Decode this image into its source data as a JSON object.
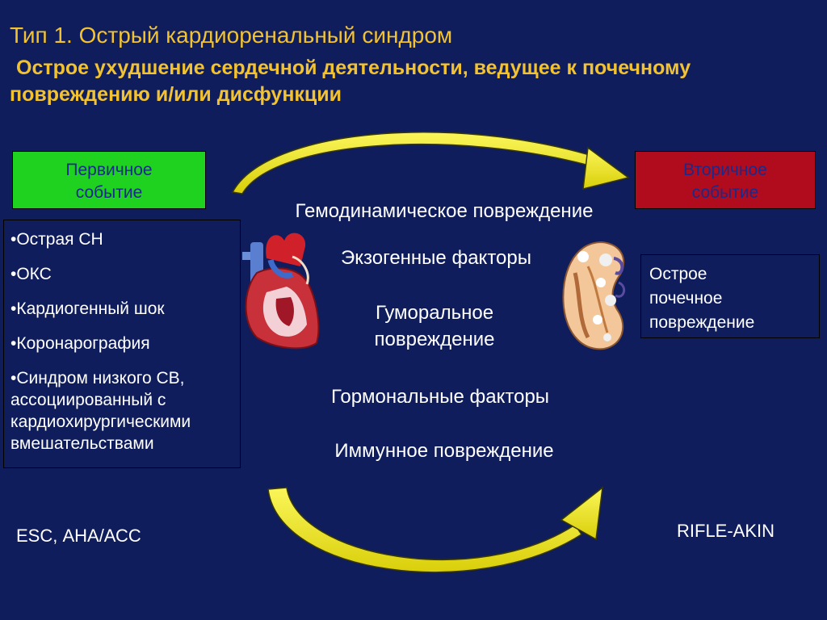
{
  "title": "Тип 1. Острый кардиоренальный синдром",
  "subtitle": {
    "line1": "Острое ухудшение сердечной деятельности, ведущее к почечному",
    "line2": "повреждению и/или дисфункции"
  },
  "primary_event": {
    "line1": "Первичное",
    "line2": "событие"
  },
  "secondary_event": {
    "line1": "Вторичное",
    "line2": "событие"
  },
  "causes": [
    "•Острая  СН",
    "•ОКС",
    "•Кардиогенный шок",
    "•Коронарография",
    "•Синдром низкого СВ, ассоциированный с кардиохирургическими вмешательствами"
  ],
  "outcome": {
    "line1": "Острое",
    "line2": "почечное",
    "line3": "повреждение"
  },
  "mechanisms": [
    "Гемодинамическое повреждение",
    "Экзогенные факторы",
    "Гуморальное повреждение",
    "Гормональные факторы",
    "Иммунное повреждение"
  ],
  "sources": {
    "left": "ESC, АНА/АСС",
    "right": "RIFLE-AKIN"
  },
  "colors": {
    "background": "#0f1d5c",
    "title": "#f2c230",
    "primary": "#1fd21f",
    "secondary": "#b10b1e",
    "arrow": "#f0ea1a"
  }
}
